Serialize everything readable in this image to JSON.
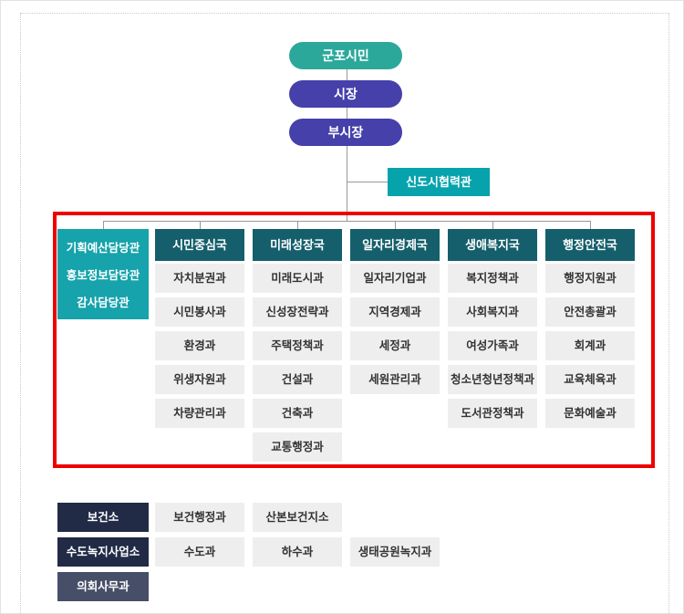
{
  "org": {
    "citizen": "군포시민",
    "mayor": "시장",
    "vice_mayor": "부시장",
    "cooperation_office": "신도시협력관",
    "staff_offices": [
      "기획예산담당관",
      "홍보정보담당관",
      "감사담당관"
    ],
    "bureaus": [
      {
        "name": "시민중심국",
        "departments": [
          "자치분권과",
          "시민봉사과",
          "환경과",
          "위생자원과",
          "차량관리과"
        ]
      },
      {
        "name": "미래성장국",
        "departments": [
          "미래도시과",
          "신성장전략과",
          "주택정책과",
          "건설과",
          "건축과",
          "교통행정과"
        ]
      },
      {
        "name": "일자리경제국",
        "departments": [
          "일자리기업과",
          "지역경제과",
          "세정과",
          "세원관리과"
        ]
      },
      {
        "name": "생애복지국",
        "departments": [
          "복지정책과",
          "사회복지과",
          "여성가족과",
          "청소년청년정책과",
          "도서관정책과"
        ]
      },
      {
        "name": "행정안전국",
        "departments": [
          "행정지원과",
          "안전총괄과",
          "회계과",
          "교육체육과",
          "문화예술과"
        ]
      }
    ],
    "affiliates": [
      {
        "name": "보건소",
        "variant": "dark",
        "departments": [
          "보건행정과",
          "산본보건지소"
        ]
      },
      {
        "name": "수도녹지사업소",
        "variant": "dark",
        "departments": [
          "수도과",
          "하수과",
          "생태공원녹지과"
        ]
      },
      {
        "name": "의회사무과",
        "variant": "slate",
        "departments": []
      }
    ]
  },
  "colors": {
    "citizen_pill": "#2ca89b",
    "mayor_pill": "#4540aa",
    "cooperation_box": "#06a3ad",
    "staff_block": "#16a3ab",
    "bureau_header": "#145f6b",
    "dept_cell_bg": "#eeeeee",
    "dept_cell_text": "#333333",
    "affiliate_dark": "#212b46",
    "affiliate_slate": "#474f68",
    "connector": "#999999",
    "highlight_border": "#ee0000"
  }
}
